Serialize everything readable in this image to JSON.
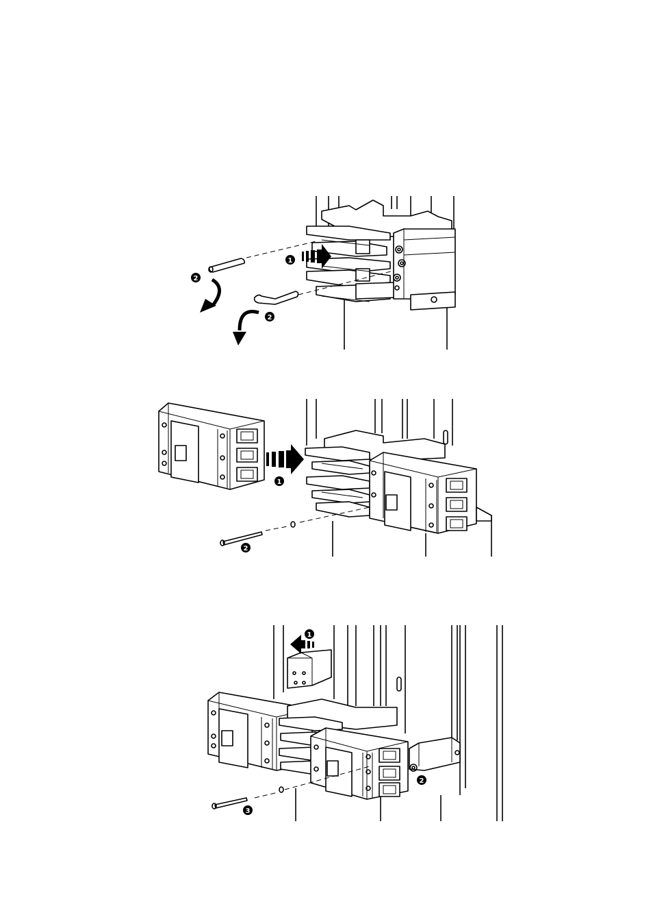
{
  "figures": [
    {
      "id": "step-a",
      "callouts": [
        "1",
        "2",
        "2"
      ]
    },
    {
      "id": "step-b",
      "callouts": [
        "1",
        "2"
      ]
    },
    {
      "id": "step-c",
      "callouts": [
        "1",
        "2",
        "3"
      ]
    }
  ],
  "colors": {
    "line": "#000000",
    "background": "#ffffff"
  }
}
